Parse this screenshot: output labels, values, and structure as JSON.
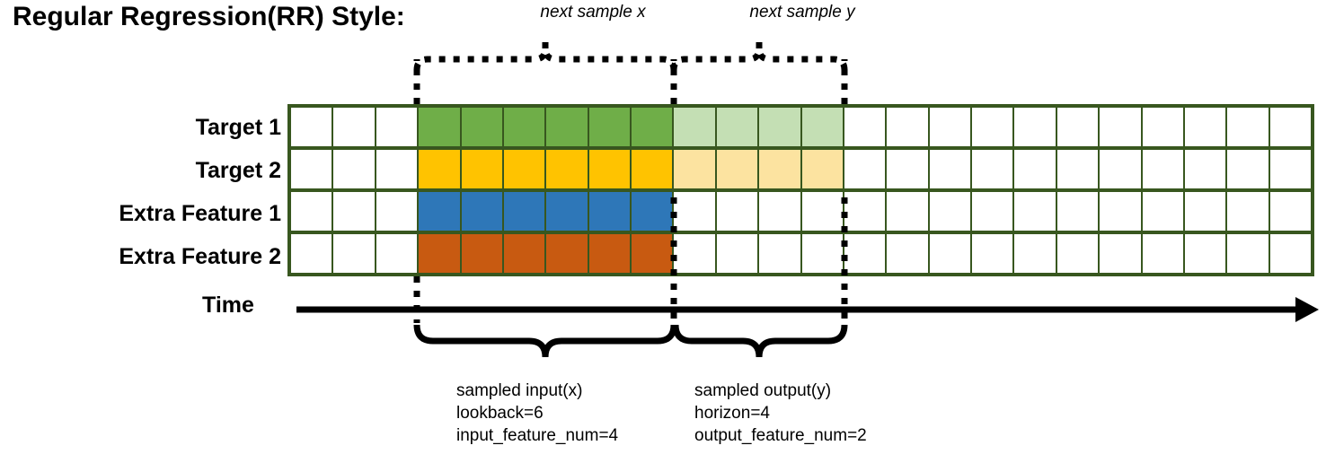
{
  "title": "Regular Regression(RR) Style:",
  "time_axis": {
    "label": "Time",
    "arrow_icon": "right-arrow-icon"
  },
  "top_annotations": {
    "next_sample_x": "next sample x",
    "next_sample_y": "next sample y"
  },
  "colors": {
    "grid_border": "#38571F",
    "empty_cell": "#FFFFFF",
    "target1_input": "#6FAE48",
    "target1_output": "#C4DFB4",
    "target2_input": "#FFC300",
    "target2_output": "#FCE3A0",
    "extra1_input": "#2E77B8",
    "extra2_input": "#C85A11",
    "annotation": "#000000"
  },
  "grid": {
    "total_columns": 24,
    "lead_empty_columns": 3,
    "input_columns": 6,
    "output_columns": 4,
    "trail_empty_columns": 11,
    "rows": [
      {
        "label": "Target 1",
        "input_color": "#6FAE48",
        "output_color": "#C4DFB4"
      },
      {
        "label": "Target 2",
        "input_color": "#FFC300",
        "output_color": "#FCE3A0"
      },
      {
        "label": "Extra Feature 1",
        "input_color": "#2E77B8",
        "output_color": null
      },
      {
        "label": "Extra Feature 2",
        "input_color": "#C85A11",
        "output_color": null
      }
    ]
  },
  "captions": {
    "input": {
      "line1": "sampled input(x)",
      "line2": "lookback=6",
      "line3": "input_feature_num=4"
    },
    "output": {
      "line1": "sampled output(y)",
      "line2": "horizon=4",
      "line3": "output_feature_num=2"
    }
  },
  "chart_data": {
    "type": "table",
    "title": "Regular Regression(RR) Style:",
    "xlabel": "Time",
    "categories": [
      "Target 1",
      "Target 2",
      "Extra Feature 1",
      "Extra Feature 2"
    ],
    "columns": 24,
    "window": {
      "input_start_column": 4,
      "input_end_column": 9,
      "output_start_column": 10,
      "output_end_column": 13,
      "lookback": 6,
      "horizon": 4,
      "input_feature_num": 4,
      "output_feature_num": 2
    },
    "annotations": [
      "next sample x",
      "next sample y",
      "sampled input(x)",
      "sampled output(y)"
    ],
    "grid": true,
    "legend": "none"
  }
}
